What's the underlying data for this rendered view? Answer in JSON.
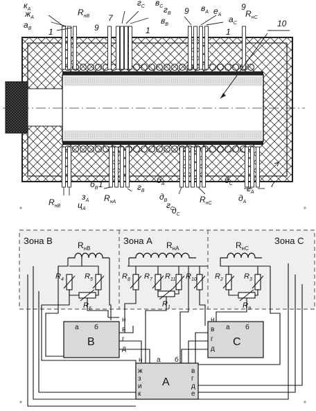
{
  "furnace": {
    "top_labels": [
      "к",
      "ж",
      "а",
      "1",
      "R",
      "9",
      "г",
      "в",
      "7",
      "г",
      "в",
      "1",
      "9",
      "в",
      "е",
      "1",
      "а",
      "9",
      "R",
      "10"
    ],
    "top_subs": [
      "А",
      "А",
      "В",
      "",
      "нВ",
      "",
      "С",
      "С",
      "",
      "В",
      "В",
      "",
      "",
      "А",
      "А",
      "",
      "С",
      "",
      "нС",
      ""
    ],
    "bottom_labels": [
      "б",
      "з",
      "1",
      "ц",
      "R",
      "г",
      "б",
      "д",
      "г",
      "д",
      "R",
      "б",
      "г",
      "д",
      "7",
      "R"
    ],
    "bottom_subs": [
      "В",
      "А",
      "",
      "А",
      "нА",
      "В",
      "А",
      "В",
      "С",
      "С",
      "нС",
      "С",
      "А",
      "А",
      "",
      "нВ"
    ]
  },
  "schematic": {
    "zones": [
      "Зона В",
      "Зона А",
      "Зона С"
    ],
    "heater_labels": {
      "B": "R",
      "A": "R",
      "C": "R"
    },
    "heater_subs": {
      "B": "нВ",
      "A": "нА",
      "C": "нС"
    },
    "resistors_b": [
      "R",
      "R",
      "R"
    ],
    "resistors_b_subs": [
      "4",
      "5",
      "6"
    ],
    "resistors_a": [
      "R",
      "R",
      "R",
      "R",
      "R"
    ],
    "resistors_a_subs": [
      "8",
      "7",
      "11",
      "10",
      "1"
    ],
    "resistors_c": [
      "R",
      "R",
      "R"
    ],
    "resistors_c_subs": [
      "2",
      "3",
      "9"
    ],
    "block_b": {
      "name": "В",
      "top": [
        "а",
        "б"
      ],
      "right": [
        "н",
        "в",
        "г",
        "д"
      ]
    },
    "block_c": {
      "name": "С",
      "top": [
        "а",
        "б"
      ],
      "left": [
        "н",
        "в",
        "г",
        "д"
      ]
    },
    "block_a": {
      "name": "А",
      "top": [
        "н",
        "а",
        "б"
      ],
      "left": [
        "ж",
        "з",
        "и",
        "к"
      ],
      "right": [
        "в",
        "г",
        "д",
        "е"
      ]
    }
  }
}
